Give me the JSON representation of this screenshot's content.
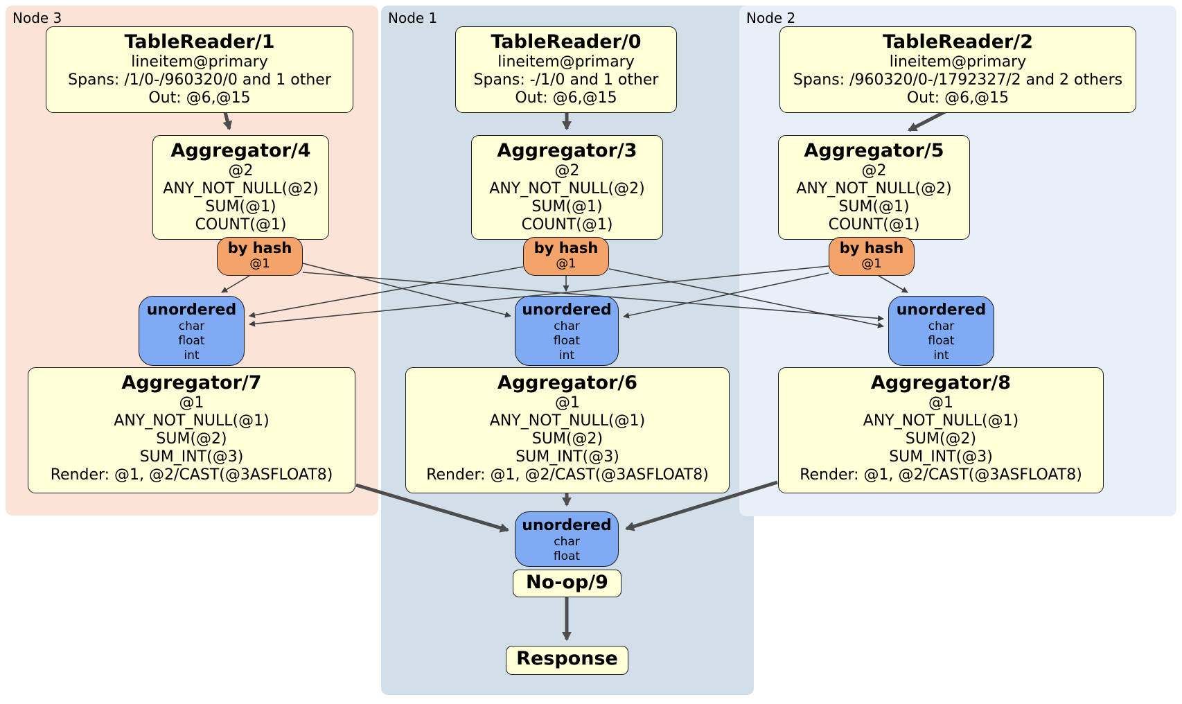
{
  "regions": [
    {
      "label": "Node 3"
    },
    {
      "label": "Node 1"
    },
    {
      "label": "Node 2"
    }
  ],
  "processors": {
    "tablereader1": {
      "title": "TableReader/1",
      "lines": [
        "lineitem@primary",
        "Spans: /1/0-/960320/0 and 1 other",
        "Out: @6,@15"
      ]
    },
    "tablereader0": {
      "title": "TableReader/0",
      "lines": [
        "lineitem@primary",
        "Spans: -/1/0 and 1 other",
        "Out: @6,@15"
      ]
    },
    "tablereader2": {
      "title": "TableReader/2",
      "lines": [
        "lineitem@primary",
        "Spans: /960320/0-/1792327/2 and 2 others",
        "Out: @6,@15"
      ]
    },
    "aggregator4": {
      "title": "Aggregator/4",
      "lines": [
        "@2",
        "ANY_NOT_NULL(@2)",
        "SUM(@1)",
        "COUNT(@1)"
      ]
    },
    "aggregator3": {
      "title": "Aggregator/3",
      "lines": [
        "@2",
        "ANY_NOT_NULL(@2)",
        "SUM(@1)",
        "COUNT(@1)"
      ]
    },
    "aggregator5": {
      "title": "Aggregator/5",
      "lines": [
        "@2",
        "ANY_NOT_NULL(@2)",
        "SUM(@1)",
        "COUNT(@1)"
      ]
    },
    "aggregator7": {
      "title": "Aggregator/7",
      "lines": [
        "@1",
        "ANY_NOT_NULL(@1)",
        "SUM(@2)",
        "SUM_INT(@3)",
        "Render: @1, @2/CAST(@3ASFLOAT8)"
      ]
    },
    "aggregator6": {
      "title": "Aggregator/6",
      "lines": [
        "@1",
        "ANY_NOT_NULL(@1)",
        "SUM(@2)",
        "SUM_INT(@3)",
        "Render: @1, @2/CAST(@3ASFLOAT8)"
      ]
    },
    "aggregator8": {
      "title": "Aggregator/8",
      "lines": [
        "@1",
        "ANY_NOT_NULL(@1)",
        "SUM(@2)",
        "SUM_INT(@3)",
        "Render: @1, @2/CAST(@3ASFLOAT8)"
      ]
    },
    "noop9": {
      "title": "No-op/9"
    },
    "response": {
      "title": "Response"
    }
  },
  "routers": {
    "hash_left": {
      "title": "by hash",
      "sub": "@1"
    },
    "hash_center": {
      "title": "by hash",
      "sub": "@1"
    },
    "hash_right": {
      "title": "by hash",
      "sub": "@1"
    }
  },
  "syncs": {
    "unordered_left": {
      "title": "unordered",
      "items": [
        "char",
        "float",
        "int"
      ]
    },
    "unordered_center": {
      "title": "unordered",
      "items": [
        "char",
        "float",
        "int"
      ]
    },
    "unordered_right": {
      "title": "unordered",
      "items": [
        "char",
        "float",
        "int"
      ]
    },
    "unordered_final": {
      "title": "unordered",
      "items": [
        "char",
        "float"
      ]
    }
  },
  "colors": {
    "node3_bg": "#fce3d7",
    "node1_bg": "#d2dfe9",
    "node2_bg": "#e9eff9",
    "processor_bg": "#ffffd8",
    "router_bg": "#f4a46a",
    "sync_bg": "#7fabf5",
    "edge": "#4d4d4d"
  }
}
